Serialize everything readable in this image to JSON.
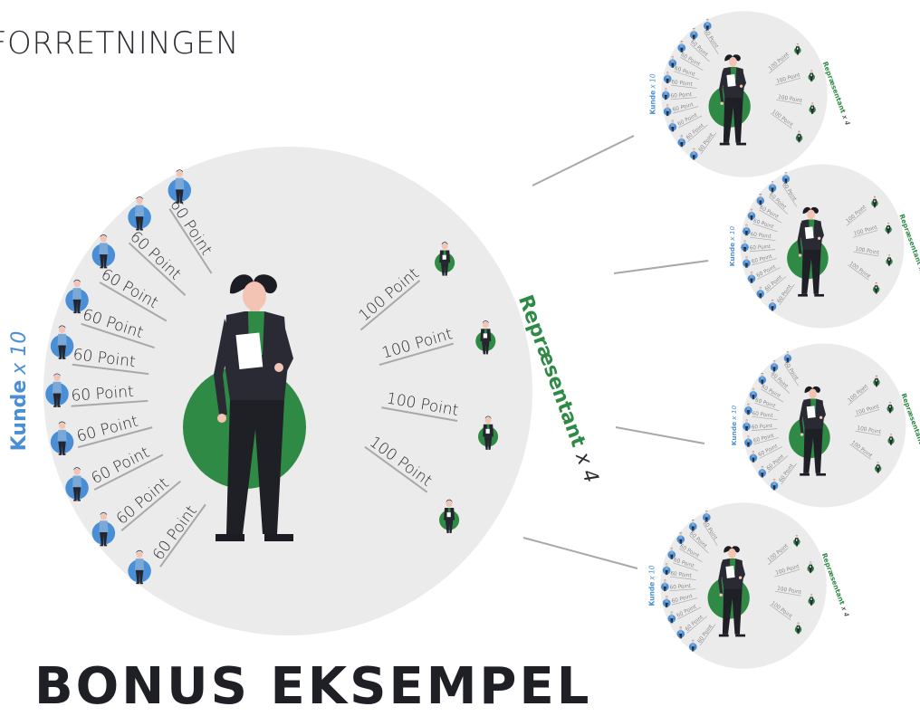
{
  "header": {
    "title": "FORRETNINGEN"
  },
  "footer": {
    "title": "BONUS EKSEMPEL"
  },
  "colors": {
    "customer": "#4a8fd6",
    "rep": "#2f8a45",
    "disc": "#ebebeb",
    "line": "#a8a8a8",
    "dark": "#25252f"
  },
  "main_wheel": {
    "customer_label": "Kunde",
    "customer_multiplier": "x 10",
    "customer_points": [
      "60 Point",
      "60 Point",
      "60 Point",
      "60 Point",
      "60 Point",
      "60 Point",
      "60 Point",
      "60 Point",
      "60 Point",
      "60 Point"
    ],
    "rep_label": "Repræsentant",
    "rep_multiplier": "x 4",
    "rep_points": [
      "100 Point",
      "100 Point",
      "100 Point",
      "100 Point"
    ]
  },
  "small_wheel": {
    "customer_label": "Kunde",
    "customer_multiplier": "x 10",
    "customer_point": "60 Point",
    "rep_label": "Repræsentant",
    "rep_multiplier": "x 4",
    "rep_point": "100 Point"
  }
}
